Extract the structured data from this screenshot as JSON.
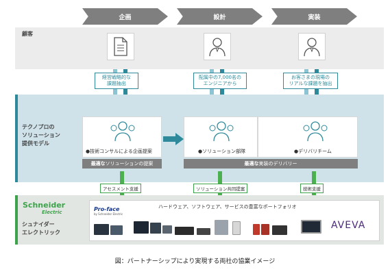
{
  "phases": [
    "企画",
    "設計",
    "実装"
  ],
  "rows": {
    "customer": "顧客",
    "tecnopro": "テクノプロの\nソリューション\n提供モデル",
    "schneider": "シュナイダー\nエレクトリック"
  },
  "callouts": [
    "経営戦略的な\n課題抽出",
    "配属中の7,000名の\nエンジニアから",
    "お客さまの現場の\nリアルな課題を抽出"
  ],
  "cards": [
    "●技術コンサルによる企画提案",
    "●ソリューション部隊",
    "●デリバリチーム"
  ],
  "bars": {
    "left_prefix": "最適な",
    "left_rest": "ソリューションの提案",
    "right_prefix": "最適な",
    "right_rest": "実装のデリバリー"
  },
  "support": [
    "アセスメント支援",
    "ソリューション共同提案",
    "技術支援"
  ],
  "schneider_logo": {
    "line1": "Schneider",
    "line2": "Electric"
  },
  "portfolio": {
    "title": "ハードウェア、ソフトウェア、サービスの豊富なポートフォリオ",
    "proface": "Pro-face",
    "proface_sub": "by Schneider Electric",
    "aveva": "AVEVA"
  },
  "caption": "図：パートナーシップにより実現する両社の協業イメージ",
  "colors": {
    "teal": "#2e8a9a",
    "light_teal": "#8dc4d4",
    "green": "#4db050",
    "gray": "#7f7f7f",
    "band_blue": "#cfe2ea"
  }
}
